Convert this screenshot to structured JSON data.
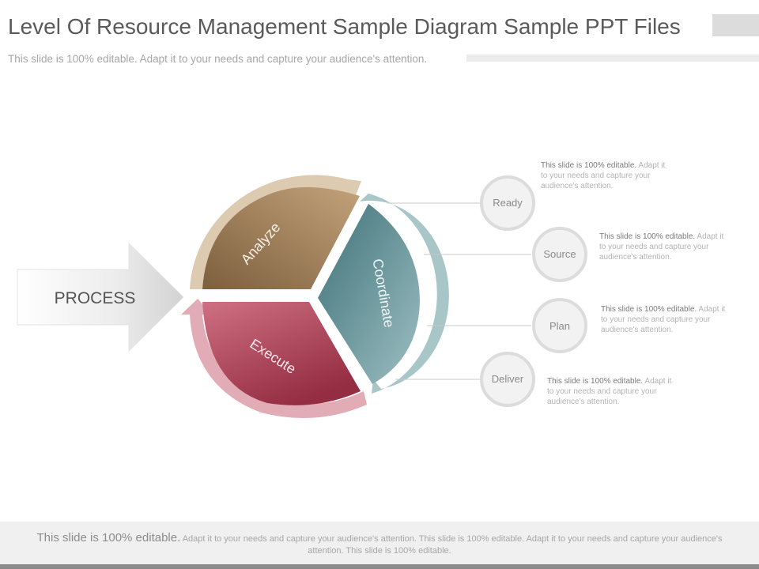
{
  "header": {
    "title": "Level Of Resource Management Sample Diagram Sample PPT Files",
    "subtitle": "This slide is 100% editable. Adapt it to your needs and capture your audience's attention."
  },
  "diagram": {
    "process_label": "PROCESS",
    "segments": [
      {
        "label": "Analyze",
        "color": "#9a7a55"
      },
      {
        "label": "Coordinate",
        "color": "#5f9297"
      },
      {
        "label": "Execute",
        "color": "#a84458"
      }
    ],
    "steps": [
      {
        "label": "Ready",
        "text_lead": "This slide is 100% editable.",
        "text_rest": "Adapt it to your needs and capture your audience's attention."
      },
      {
        "label": "Source",
        "text_lead": "This slide is 100% editable.",
        "text_rest": "Adapt it to your needs and capture your audience's attention."
      },
      {
        "label": "Plan",
        "text_lead": "This slide is 100% editable.",
        "text_rest": "Adapt it to your needs and capture your audience's attention."
      },
      {
        "label": "Deliver",
        "text_lead": "This slide is 100% editable.",
        "text_rest": "Adapt it to your needs and capture your audience's attention."
      }
    ]
  },
  "footer": {
    "lead": "This slide is 100% editable.",
    "rest": "Adapt it to your needs and capture your audience's attention. This slide is 100% editable. Adapt it to your needs and capture your audience's attention. This slide is 100% editable."
  }
}
